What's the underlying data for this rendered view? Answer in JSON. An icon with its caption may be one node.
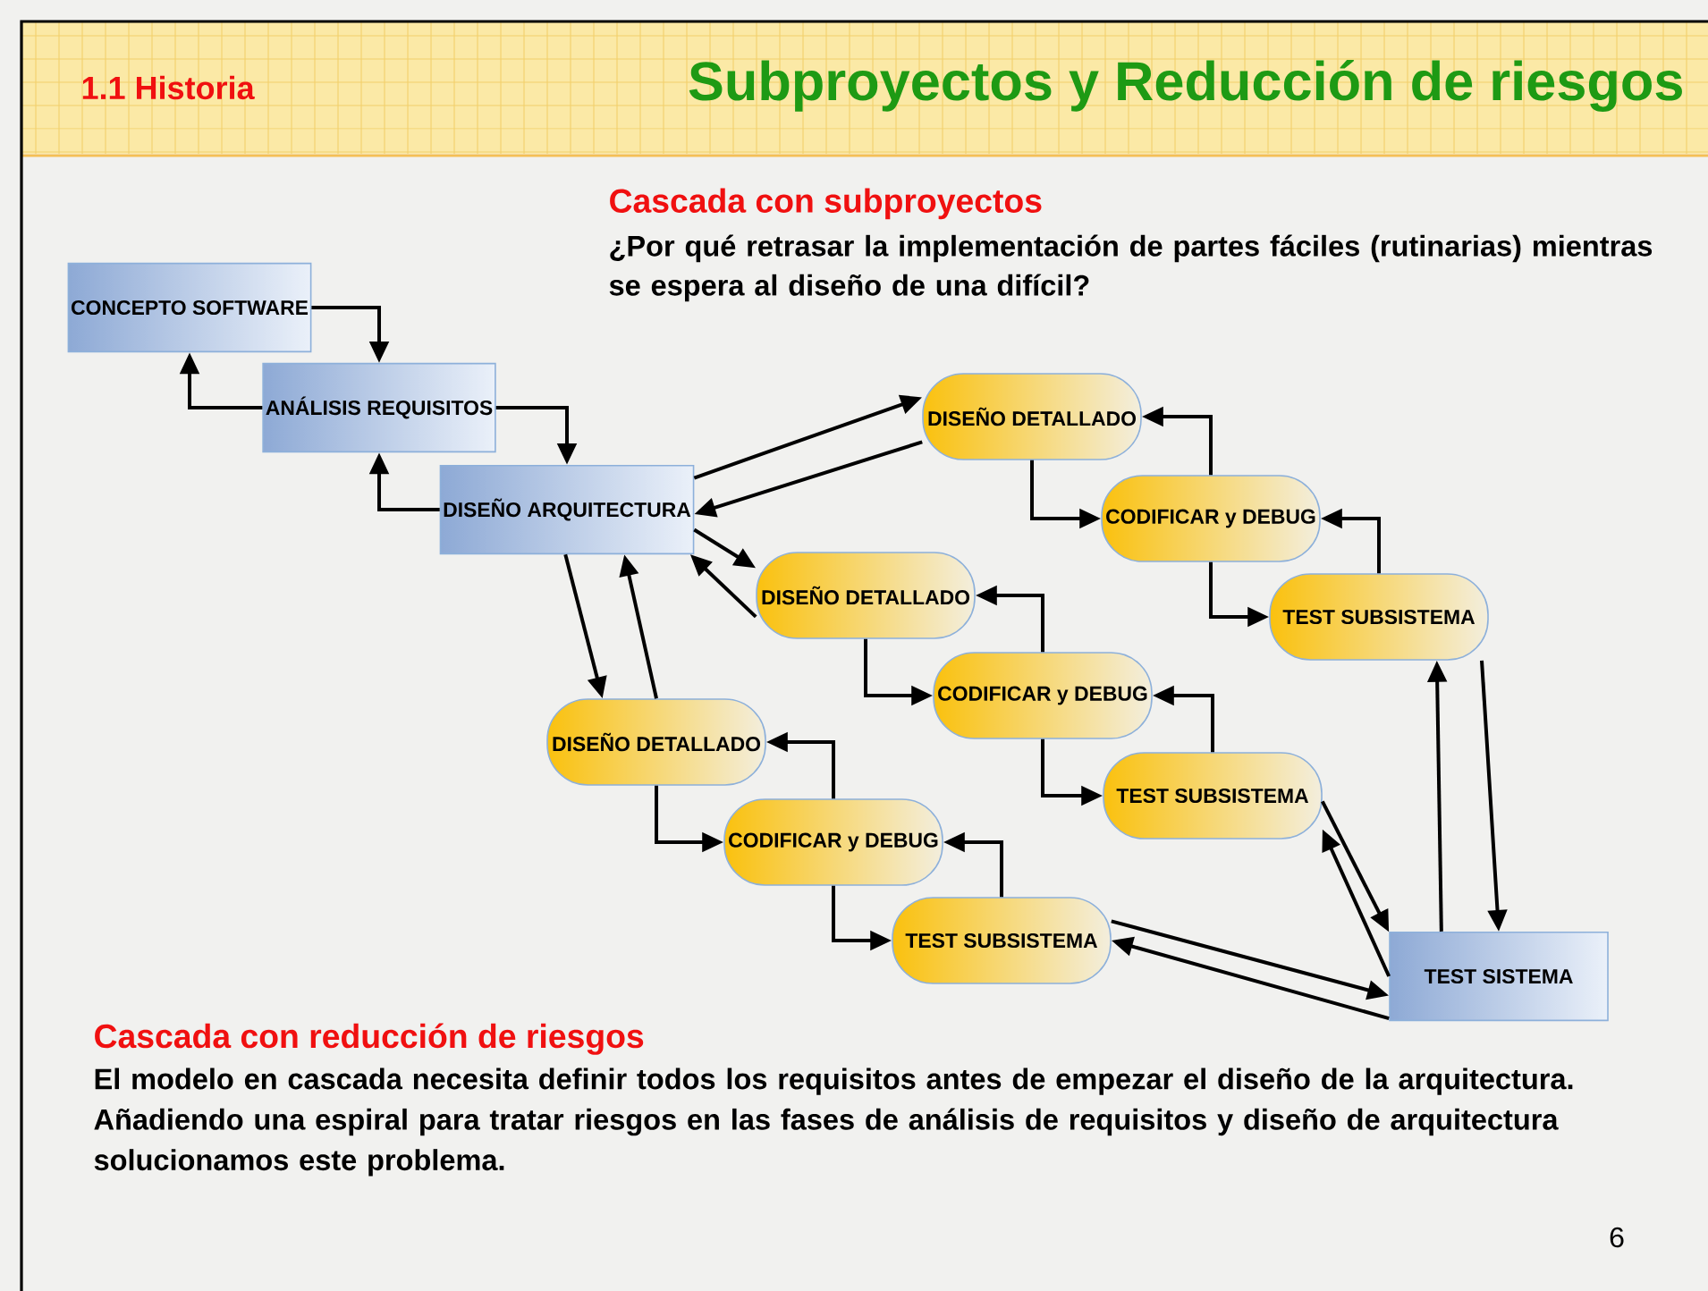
{
  "diagram": {
    "title": "Subproyectos y Reducción de riesgos",
    "nodes": [
      {
        "text": [
          "CONCEPTO SOFTWARE"
        ]
      },
      {
        "text": [
          "ANÁLISIS REQUISITOS"
        ]
      },
      {
        "text": [
          "DISEÑO ARQUITECTURA"
        ]
      },
      {
        "text": [
          "DISEÑO DETALLADO"
        ]
      },
      {
        "text": [
          "CODIFICAR y DEBUG"
        ]
      },
      {
        "text": [
          "TEST SUBSISTEMA"
        ]
      },
      {
        "text": [
          "DISEÑO DETALLADO"
        ]
      },
      {
        "text": [
          "CODIFICAR y DEBUG"
        ]
      },
      {
        "text": [
          "TEST SUBSISTEMA"
        ]
      },
      {
        "text": [
          "DISEÑO DETALLADO"
        ]
      },
      {
        "text": [
          "CODIFICAR y DEBUG"
        ]
      },
      {
        "text": [
          "TEST SUBSISTEMA"
        ]
      },
      {
        "text": [
          "TEST SISTEMA"
        ]
      }
    ],
    "edges": [
      {
        "from": 0,
        "to": 1,
        "arrow": "to"
      },
      {
        "from": 1,
        "to": 0,
        "arrow": "to"
      },
      {
        "from": 1,
        "to": 2,
        "arrow": "to"
      },
      {
        "from": 2,
        "to": 1,
        "arrow": "to"
      },
      {
        "from": 2,
        "to": 3,
        "arrow": "to"
      },
      {
        "from": 3,
        "to": 2,
        "arrow": "to"
      },
      {
        "from": 3,
        "to": 4,
        "arrow": "to"
      },
      {
        "from": 4,
        "to": 3,
        "arrow": "to"
      },
      {
        "from": 4,
        "to": 5,
        "arrow": "to"
      },
      {
        "from": 5,
        "to": 4,
        "arrow": "to"
      },
      {
        "from": 2,
        "to": 6,
        "arrow": "to"
      },
      {
        "from": 6,
        "to": 2,
        "arrow": "to"
      },
      {
        "from": 6,
        "to": 7,
        "arrow": "to"
      },
      {
        "from": 7,
        "to": 6,
        "arrow": "to"
      },
      {
        "from": 7,
        "to": 8,
        "arrow": "to"
      },
      {
        "from": 8,
        "to": 7,
        "arrow": "to"
      },
      {
        "from": 2,
        "to": 9,
        "arrow": "to"
      },
      {
        "from": 9,
        "to": 2,
        "arrow": "to"
      },
      {
        "from": 9,
        "to": 10,
        "arrow": "to"
      },
      {
        "from": 10,
        "to": 9,
        "arrow": "to"
      },
      {
        "from": 10,
        "to": 11,
        "arrow": "to"
      },
      {
        "from": 11,
        "to": 10,
        "arrow": "to"
      },
      {
        "from": 8,
        "to": 12,
        "arrow": "to"
      },
      {
        "from": 12,
        "to": 8,
        "arrow": "to"
      },
      {
        "from": 11,
        "to": 12,
        "arrow": "to"
      },
      {
        "from": 12,
        "to": 11,
        "arrow": "to"
      },
      {
        "from": 12,
        "to": 5,
        "arrow": "to"
      },
      {
        "from": 5,
        "to": 12,
        "arrow": "to"
      }
    ],
    "labels": [
      "1.1 Historia",
      "Cascada con subproyectos",
      "¿Por qué retrasar la implementación de partes fáciles (rutinarias) mientras se espera al diseño de una difícil?",
      "Cascada con reducción de riesgos",
      "El modelo en cascada necesita definir todos los requisitos antes de empezar el diseño de la arquitectura. Añadiendo una espiral para tratar riesgos en las fases de análisis de requisitos y diseño de arquitectura solucionamos este problema.",
      "6"
    ]
  }
}
